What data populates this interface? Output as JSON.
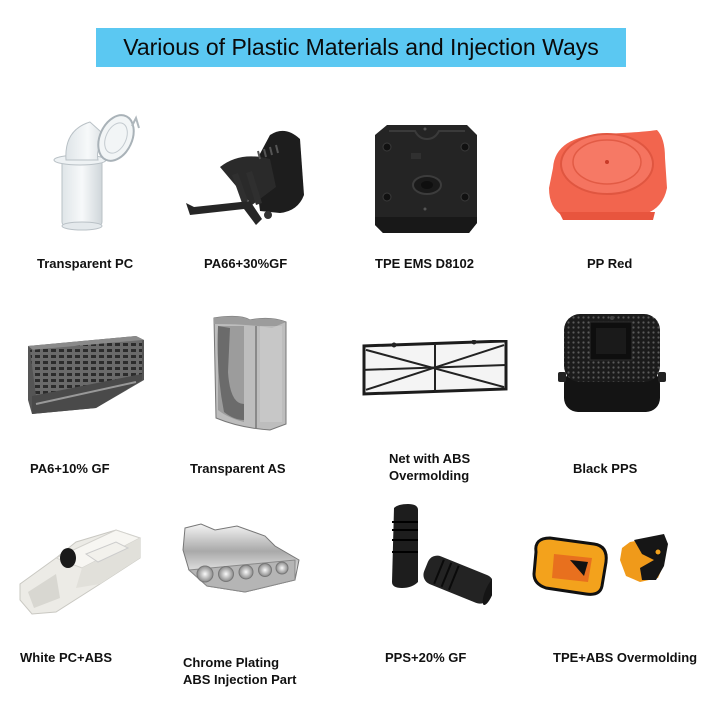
{
  "header": {
    "title": "Various of Plastic Materials and Injection Ways",
    "background_color": "#5bc8f2"
  },
  "grid": {
    "rows": 3,
    "columns": 4,
    "items": [
      {
        "label": "Transparent PC",
        "image": "clear-elbow-tube-part",
        "color": "#e6ecef"
      },
      {
        "label": "PA66+30%GF",
        "image": "black-bracket-housing-part",
        "color": "#1e1e1e"
      },
      {
        "label": "TPE EMS D8102",
        "image": "black-square-plate-part",
        "color": "#222222"
      },
      {
        "label": "PP Red",
        "image": "red-round-cap-part",
        "color": "#f2664f"
      },
      {
        "label": "PA6+10% GF",
        "image": "gray-grid-tray-part",
        "color": "#5a5a5a"
      },
      {
        "label": "Transparent AS",
        "image": "smoky-clear-container-part",
        "color": "#9a9a9a"
      },
      {
        "label_line1": "Net with ABS",
        "label_line2": "Overmolding",
        "image": "black-frame-mesh-filter-part",
        "color": "#1c1c1c"
      },
      {
        "label": "Black PPS",
        "image": "black-perforated-box-part",
        "color": "#1a1a1a"
      },
      {
        "label": "White PC+ABS",
        "image": "white-housing-part",
        "color": "#ecebe6"
      },
      {
        "label_line1": "Chrome Plating",
        "label_line2": "ABS Injection Part",
        "image": "chrome-tank-shaped-part",
        "color": "#c9c9c9"
      },
      {
        "label": "PPS+20% GF",
        "image": "black-cylindrical-connectors-part",
        "color": "#1f1f1f"
      },
      {
        "label": "TPE+ABS Overmolding",
        "image": "orange-black-overmold-parts",
        "color": "#f3a21c"
      }
    ]
  }
}
